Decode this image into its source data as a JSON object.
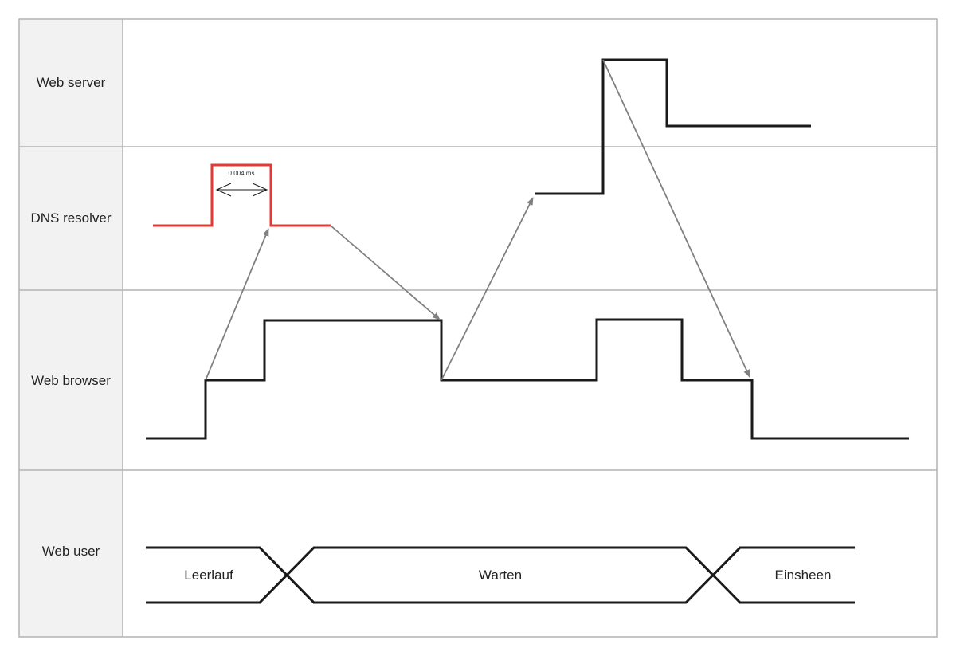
{
  "lanes": [
    {
      "label": "Web server"
    },
    {
      "label": "DNS resolver"
    },
    {
      "label": "Web browser"
    },
    {
      "label": "Web user"
    }
  ],
  "user_states": {
    "idle": "Leerlauf",
    "waiting": "Warten",
    "viewing": "Einsheen"
  },
  "duration_annotation": "0.004 ms",
  "colors": {
    "border": "#b3b3b3",
    "label_column": "#f2f2f2",
    "signal": "#1a1a1a",
    "dns_signal": "#e53935",
    "message_arrow": "#808080"
  }
}
